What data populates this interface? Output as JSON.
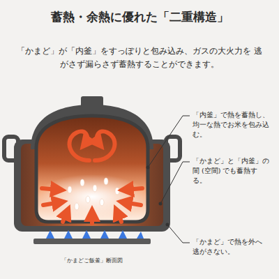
{
  "diagram": {
    "title": "蓄熱・余熱に優れた「二重構造」",
    "caption": "「かまどご飯釜」断面図",
    "labels": [
      "「かまど」が「内釜」をすっぽりと包み込み、ガスの大火力を 逃がさず漏らさず蓄熱することができます。",
      "「内釜」で熱を蓄熱し、 均一な熱でお米を包み込む。",
      "「かまど」と「内釜」の 間 (空間) でも蓄熱する。",
      "「かまど」で熱を外へ 逃がさない。"
    ]
  }
}
